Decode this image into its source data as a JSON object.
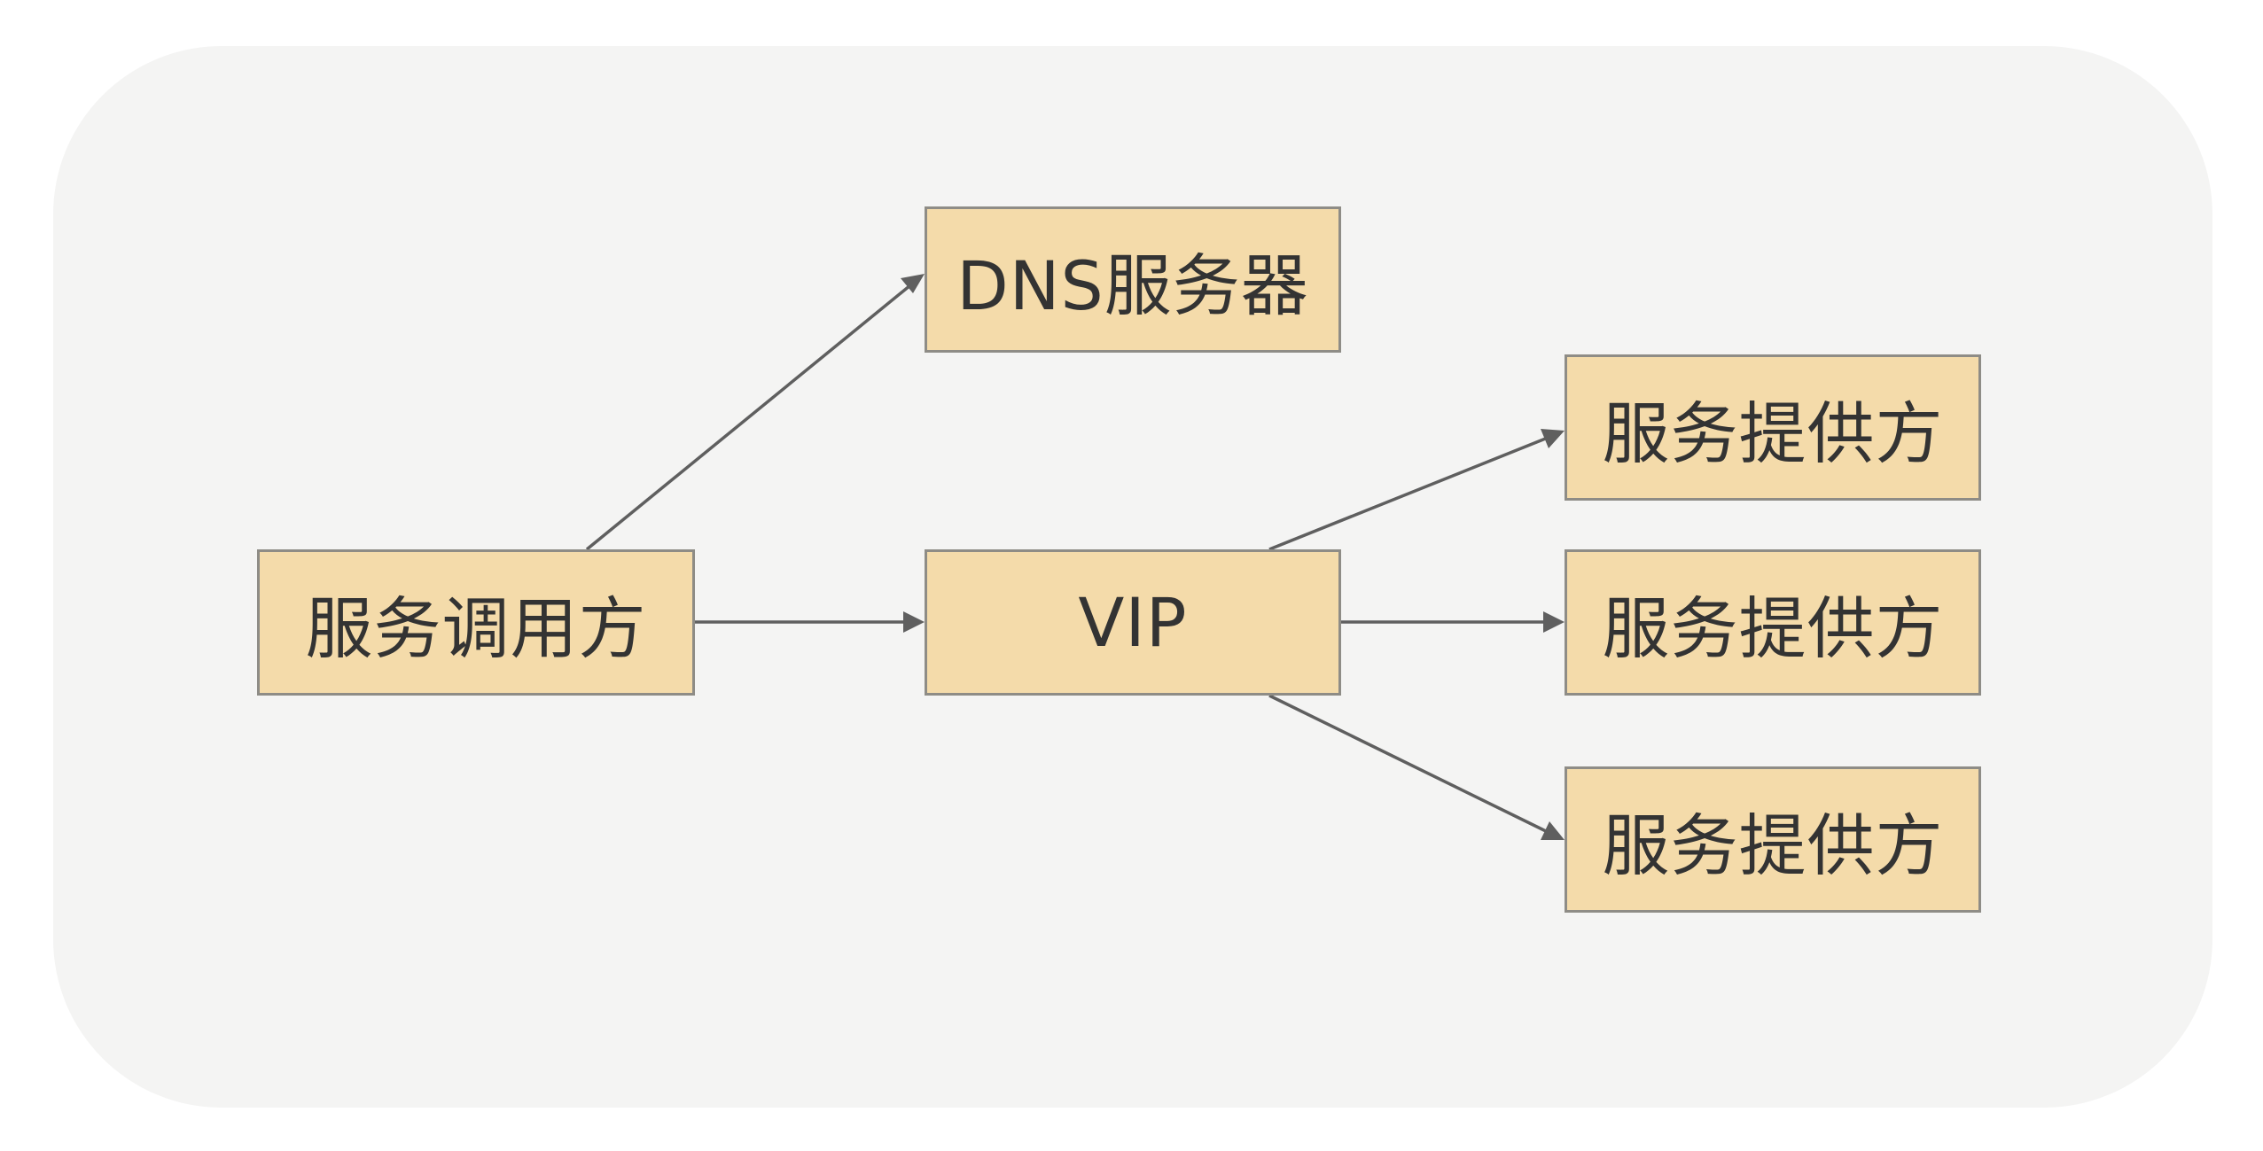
{
  "nodes": {
    "caller": "服务调用方",
    "dns": "DNS服务器",
    "vip": "VIP",
    "provider_1": "服务提供方",
    "provider_2": "服务提供方",
    "provider_3": "服务提供方"
  },
  "edges": [
    {
      "from": "caller",
      "to": "dns"
    },
    {
      "from": "caller",
      "to": "vip"
    },
    {
      "from": "vip",
      "to": "provider_1"
    },
    {
      "from": "vip",
      "to": "provider_2"
    },
    {
      "from": "vip",
      "to": "provider_3"
    }
  ],
  "colors": {
    "background": "#f4f4f3",
    "node_fill": "#f4dbaa",
    "node_border": "#8e8c86",
    "connector": "#5f5f5f",
    "text": "#333333"
  }
}
